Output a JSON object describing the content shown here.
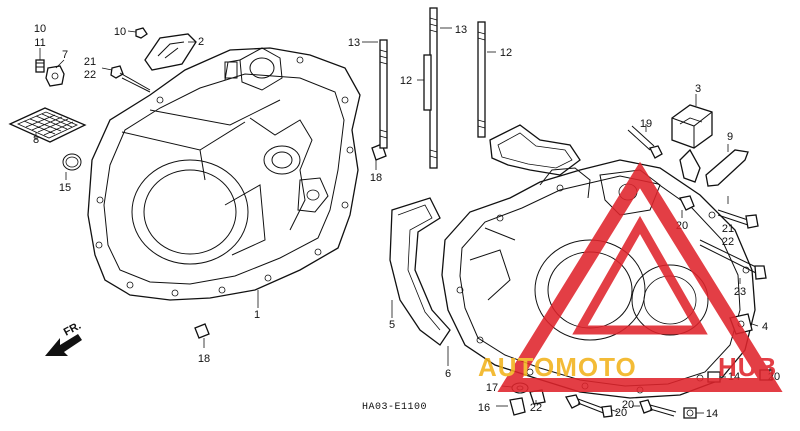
{
  "diagram_code": "HA03-E1100",
  "direction_label": "FR.",
  "watermark": {
    "text_left": "AUTOMOTO",
    "text_right": "HUB",
    "color_red": "#e0242c",
    "color_orange": "#f2b21b"
  },
  "callouts": [
    {
      "id": "c10",
      "text": "10"
    },
    {
      "id": "c11",
      "text": "11"
    },
    {
      "id": "c7",
      "text": "7"
    },
    {
      "id": "c10b",
      "text": "10"
    },
    {
      "id": "c2",
      "text": "2"
    },
    {
      "id": "c21",
      "text": "21"
    },
    {
      "id": "c22",
      "text": "22"
    },
    {
      "id": "c8",
      "text": "8"
    },
    {
      "id": "c15",
      "text": "15"
    },
    {
      "id": "c1",
      "text": "1"
    },
    {
      "id": "c18a",
      "text": "18"
    },
    {
      "id": "c13a",
      "text": "13"
    },
    {
      "id": "c12a",
      "text": "12"
    },
    {
      "id": "c13b",
      "text": "13"
    },
    {
      "id": "c12b",
      "text": "12"
    },
    {
      "id": "c18b",
      "text": "18"
    },
    {
      "id": "c3",
      "text": "3"
    },
    {
      "id": "c19",
      "text": "19"
    },
    {
      "id": "c9",
      "text": "9"
    },
    {
      "id": "c20a",
      "text": "20"
    },
    {
      "id": "c21b",
      "text": "21"
    },
    {
      "id": "c22b",
      "text": "22"
    },
    {
      "id": "c23",
      "text": "23"
    },
    {
      "id": "c5",
      "text": "5"
    },
    {
      "id": "c4",
      "text": "4"
    },
    {
      "id": "c6",
      "text": "6"
    },
    {
      "id": "c17",
      "text": "17"
    },
    {
      "id": "c16",
      "text": "16"
    },
    {
      "id": "c22c",
      "text": "22"
    },
    {
      "id": "c20b",
      "text": "20"
    },
    {
      "id": "c20c",
      "text": "20"
    },
    {
      "id": "c14a",
      "text": "14"
    },
    {
      "id": "c14b",
      "text": "14"
    },
    {
      "id": "c20d",
      "text": "20"
    }
  ]
}
